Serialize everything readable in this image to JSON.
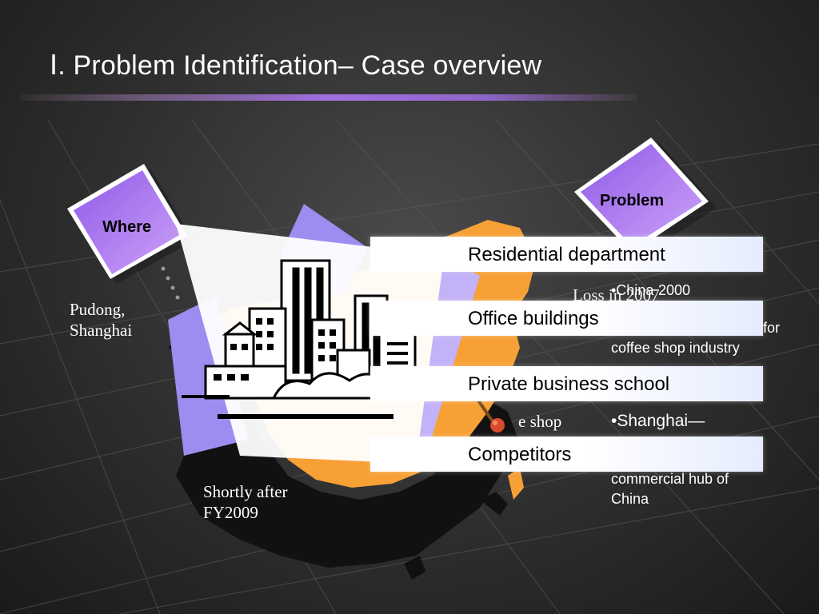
{
  "slide": {
    "title": "Ⅰ. Problem Identification– Case overview"
  },
  "diamonds": {
    "where_label": "Where",
    "problem_label": "Problem"
  },
  "where_text": {
    "line1": "Pudong,",
    "line2": "Shanghai"
  },
  "when_text": {
    "line1": "Shortly after",
    "line2": "FY2009"
  },
  "loss_text": "Loss in 2007",
  "shop_text": "e shop",
  "bullets": {
    "china_fragment": "•China",
    "year_fragment": "2000",
    "for_fragment": "for",
    "coffee_line": "coffee shop industry",
    "shanghai_line": "•Shanghai—",
    "hub_line": "commercial hub of",
    "china_line": "China"
  },
  "bars": [
    {
      "label": "Residential department"
    },
    {
      "label": "Office buildings"
    },
    {
      "label": "Private business school"
    },
    {
      "label": "Competitors"
    }
  ],
  "colors": {
    "map_orange": "#f7a035",
    "diamond_purple": "#b07fee",
    "title_bar_purple": "#a16fe0"
  }
}
